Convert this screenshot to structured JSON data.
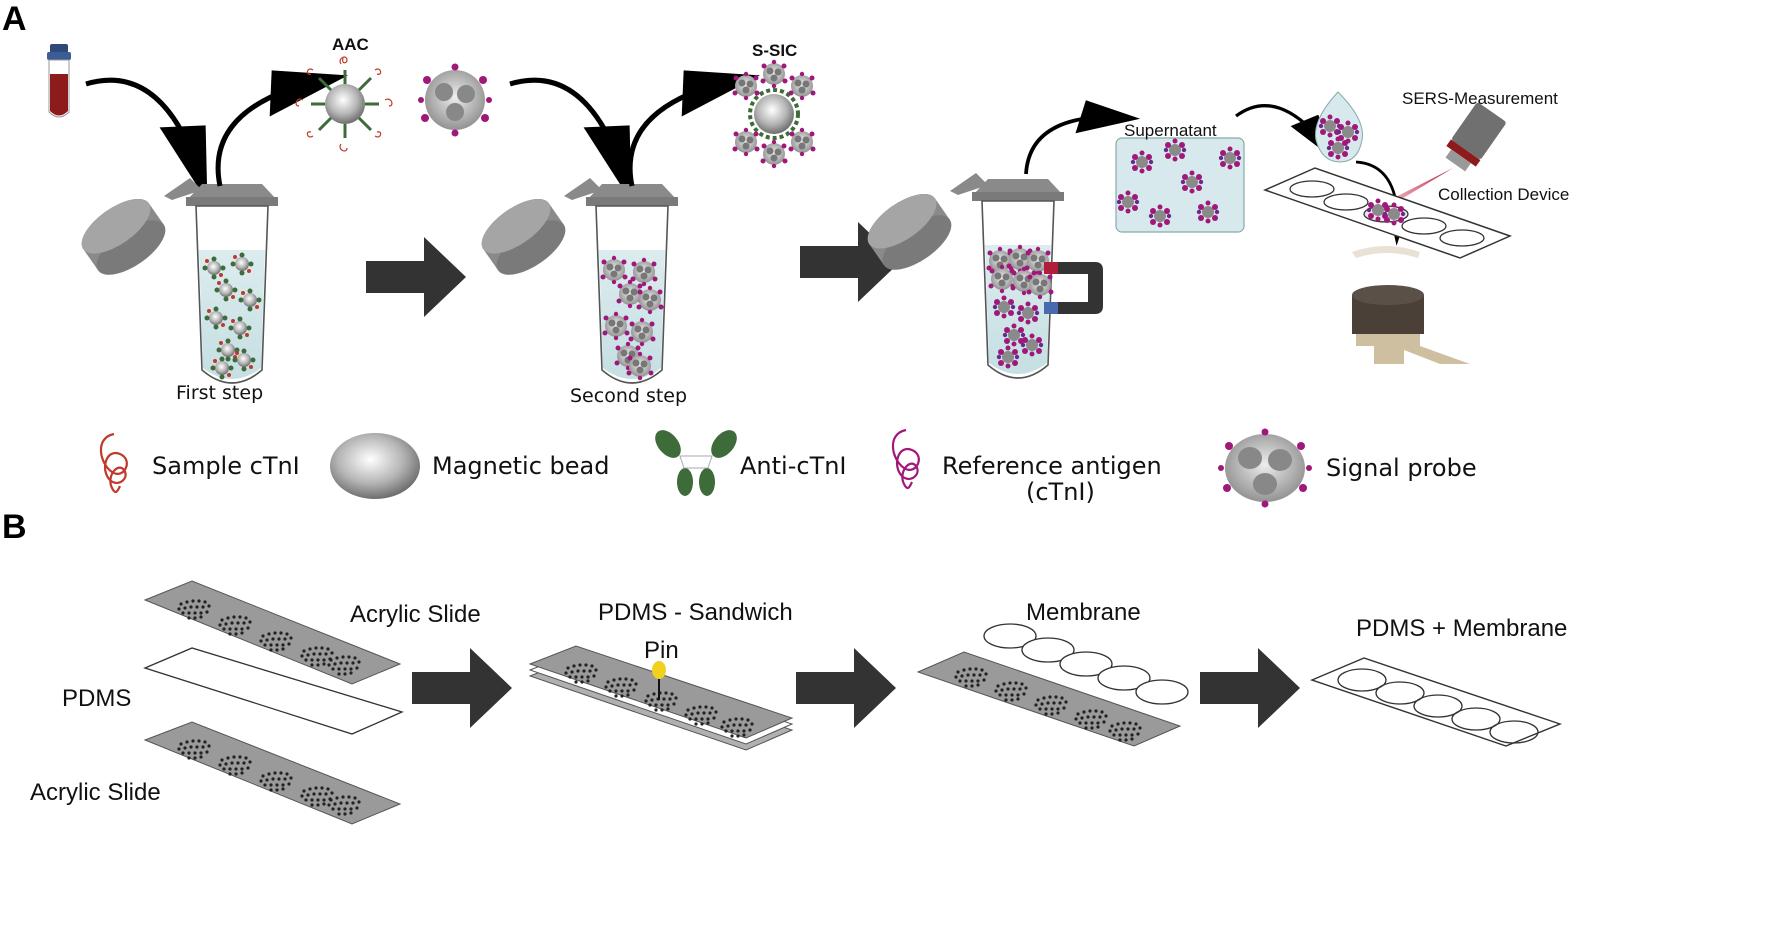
{
  "panels": {
    "a": "A",
    "b": "B"
  },
  "panel_a": {
    "aac_label": "AAC",
    "ssic_label": "S-SIC",
    "first_step": "First step",
    "second_step": "Second step",
    "supernatant": "Supernatant",
    "sers": "SERS-Measurement",
    "collection": "Collection Device"
  },
  "legend": {
    "sample_ctni": "Sample cTnI",
    "magnetic_bead": "Magnetic bead",
    "anti_ctni": "Anti-cTnI",
    "reference_antigen_1": "Reference antigen",
    "reference_antigen_2": "(cTnI)",
    "signal_probe": "Signal probe"
  },
  "panel_b": {
    "acrylic_top": "Acrylic Slide",
    "pdms": "PDMS",
    "acrylic_bottom": "Acrylic Slide",
    "pdms_sandwich": "PDMS - Sandwich",
    "pin": "Pin",
    "membrane": "Membrane",
    "pdms_membrane": "PDMS + Membrane"
  },
  "colors": {
    "arrow": "#333333",
    "tube_liquid": "#d3e7ea",
    "cap": "#8a8a8a",
    "antibody": "#3d6b3a",
    "sample": "#c0392b",
    "reference": "#a0197a",
    "slide": "#9a9a9a",
    "blood": "#8e1b1b",
    "laser": "#c0334d",
    "pin": "#f0d21e"
  }
}
